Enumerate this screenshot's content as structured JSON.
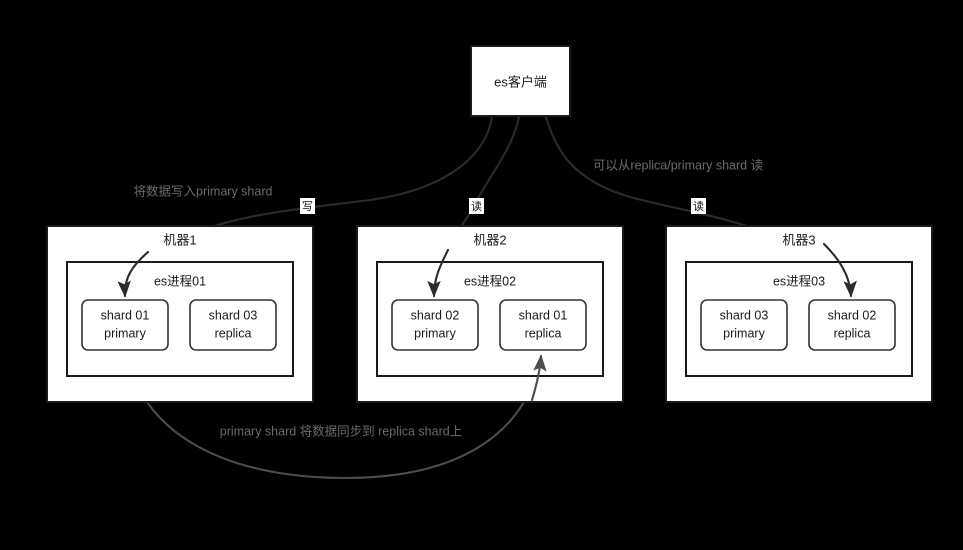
{
  "diagram": {
    "title": "es-cluster-read-write-flow",
    "background_color": "#000000",
    "box_fill": "#ffffff",
    "stroke_color": "#1a1a1a",
    "annotation_color": "#6b6b6b"
  },
  "client": {
    "label": "es客户端"
  },
  "machines": [
    {
      "machine_label": "机器1",
      "process_label": "es进程01",
      "shards": [
        {
          "name": "shard 01",
          "role": "primary"
        },
        {
          "name": "shard 03",
          "role": "replica"
        }
      ]
    },
    {
      "machine_label": "机器2",
      "process_label": "es进程02",
      "shards": [
        {
          "name": "shard 02",
          "role": "primary"
        },
        {
          "name": "shard 01",
          "role": "replica"
        }
      ]
    },
    {
      "machine_label": "机器3",
      "process_label": "es进程03",
      "shards": [
        {
          "name": "shard 03",
          "role": "primary"
        },
        {
          "name": "shard 02",
          "role": "replica"
        }
      ]
    }
  ],
  "annotations": {
    "write": "将数据写入primary shard",
    "read": "可以从replica/primary shard 读",
    "sync": "primary shard 将数据同步到 replica shard上"
  },
  "edge_labels": {
    "write": "写",
    "read_1": "读",
    "read_2": "读"
  }
}
